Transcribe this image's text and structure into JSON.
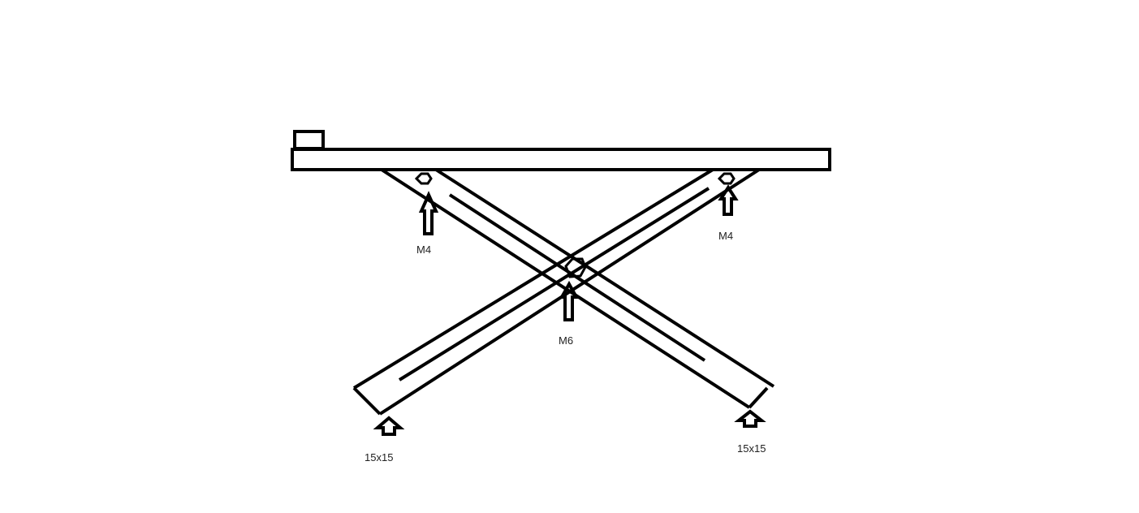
{
  "diagram": {
    "labels": {
      "bolt_left": "M4",
      "bolt_right": "M4",
      "bolt_center": "M6",
      "foot_left": "15x15",
      "foot_right": "15x15"
    },
    "colors": {
      "stroke": "#000000",
      "text": "#222222",
      "background": "#ffffff"
    }
  }
}
